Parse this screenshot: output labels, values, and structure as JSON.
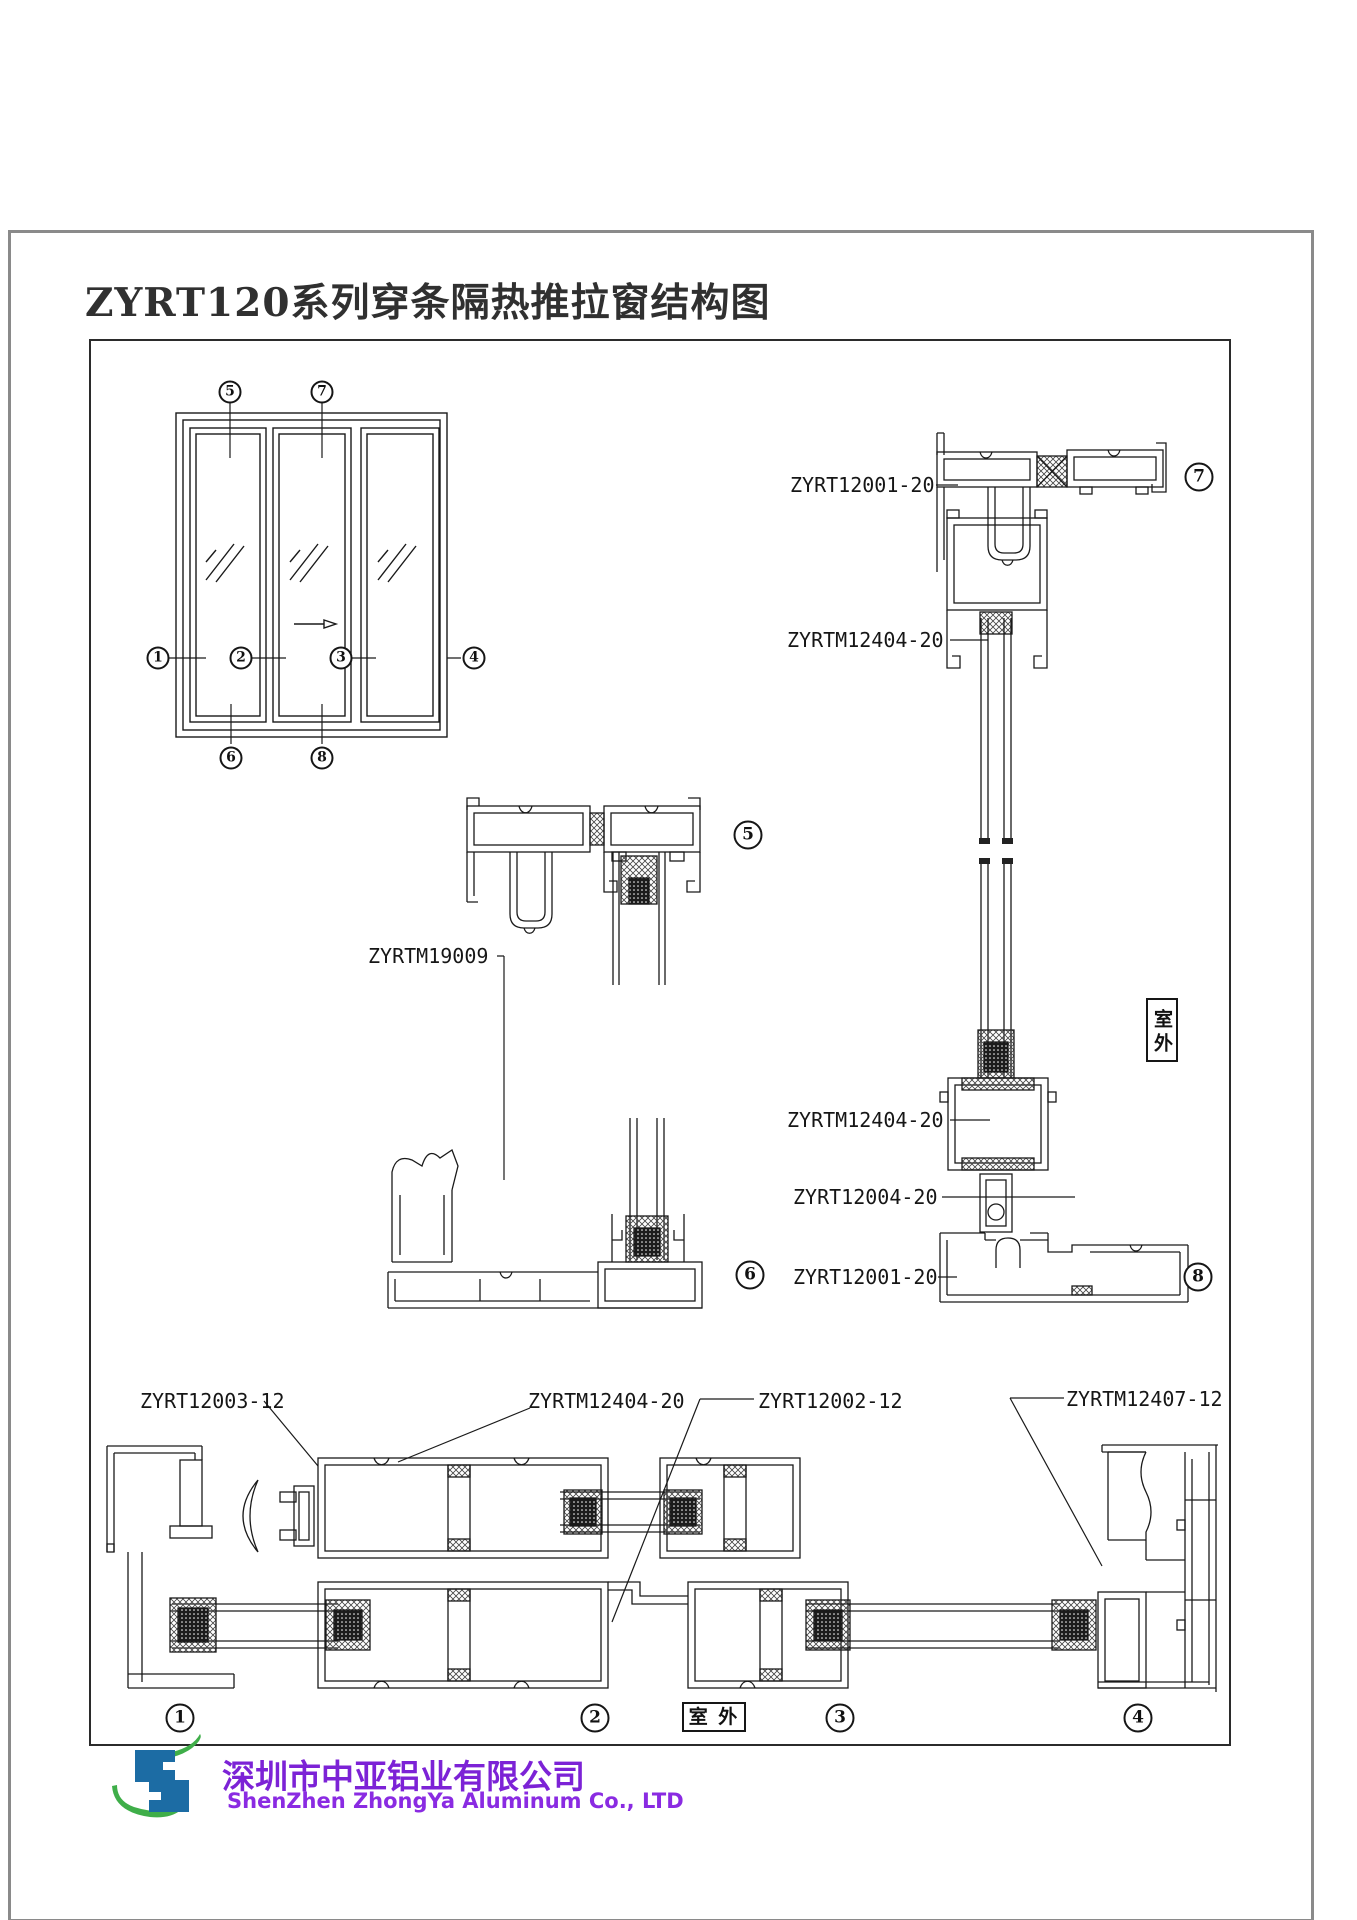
{
  "title": "ZYRT120系列穿条隔热推拉窗结构图",
  "outdoor": "室外",
  "outdoor_spaced": "室 外",
  "elevation_callouts": {
    "c1": "1",
    "c2": "2",
    "c3": "3",
    "c4": "4",
    "c5": "5",
    "c6": "6",
    "c7": "7",
    "c8": "8"
  },
  "section_callouts": {
    "s5": "5",
    "s6": "6",
    "s7": "7",
    "s8": "8",
    "b1": "1",
    "b2": "2",
    "b3": "3",
    "b4": "4"
  },
  "section_labels": {
    "head_frame": "ZYRT12001-20",
    "head_sash": "ZYRTM12404-20",
    "mid_sash": "ZYRTM12404-20",
    "roller": "ZYRT12004-20",
    "sill_frame": "ZYRT12001-20",
    "screen_rail": "ZYRTM19009",
    "jamb_left": "ZYRT12003-12",
    "interlock_sash": "ZYRTM12404-20",
    "interlock": "ZYRT12002-12",
    "jamb_right": "ZYRTM12407-12"
  },
  "footer": {
    "company_cn": "深圳市中亚铝业有限公司",
    "company_en": "ShenZhen ZhongYa Aluminum Co., LTD",
    "purple": "#7c22d6",
    "green": "#3fae49",
    "blue": "#1c6ca4"
  }
}
